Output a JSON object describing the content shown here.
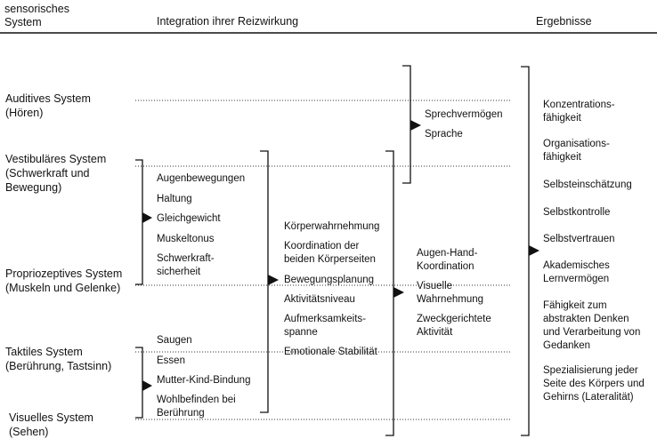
{
  "headers": {
    "sensory": "sensorisches\nSystem",
    "integration": "Integration ihrer Reizwirkung",
    "results": "Ergebnisse"
  },
  "systems": {
    "auditory": "Auditives System\n(Hören)",
    "vestibular": "Vestibuläres System\n(Schwerkraft und\nBewegung)",
    "proprioceptive": "Propriozeptives System\n(Muskeln und Gelenke)",
    "tactile": "Taktiles System\n(Berührung, Tastsinn)",
    "visual": "Visuelles System\n(Sehen)"
  },
  "stage1": {
    "vestibular_group": [
      "Augenbewegungen",
      "Haltung",
      "Gleichgewicht",
      "Muskeltonus",
      "Schwerkraft-\nsicherheit"
    ],
    "tactile_group": [
      "Saugen",
      "Essen",
      "Mutter-Kind-Bindung",
      "Wohlbefinden bei\nBerührung"
    ]
  },
  "stage2": [
    "Körperwahrnehmung",
    "Koordination der\nbeiden Körperseiten",
    "Bewegungsplanung",
    "Aktivitätsniveau",
    "Aufmerksamkeits-\nspanne",
    "Emotionale Stabilität"
  ],
  "stage3": {
    "speech_group": [
      "Sprechvermögen",
      "Sprache"
    ],
    "perception_group": [
      "Augen-Hand-\nKoordination",
      "Visuelle\nWahrnehmung",
      "Zweckgerichtete\nAktivität"
    ]
  },
  "results": [
    "Konzentrations-\nfähigkeit",
    "Organisations-\nfähigkeit",
    "Selbsteinschätzung",
    "Selbstkontrolle",
    "Selbstvertrauen",
    "Akademisches\nLernvermögen",
    "Fähigkeit zum\nabstrakten Denken\nund Verarbeitung von\nGedanken",
    "Spezialisierung jeder\nSeite des Körpers und\nGehirns (Lateralität)"
  ]
}
